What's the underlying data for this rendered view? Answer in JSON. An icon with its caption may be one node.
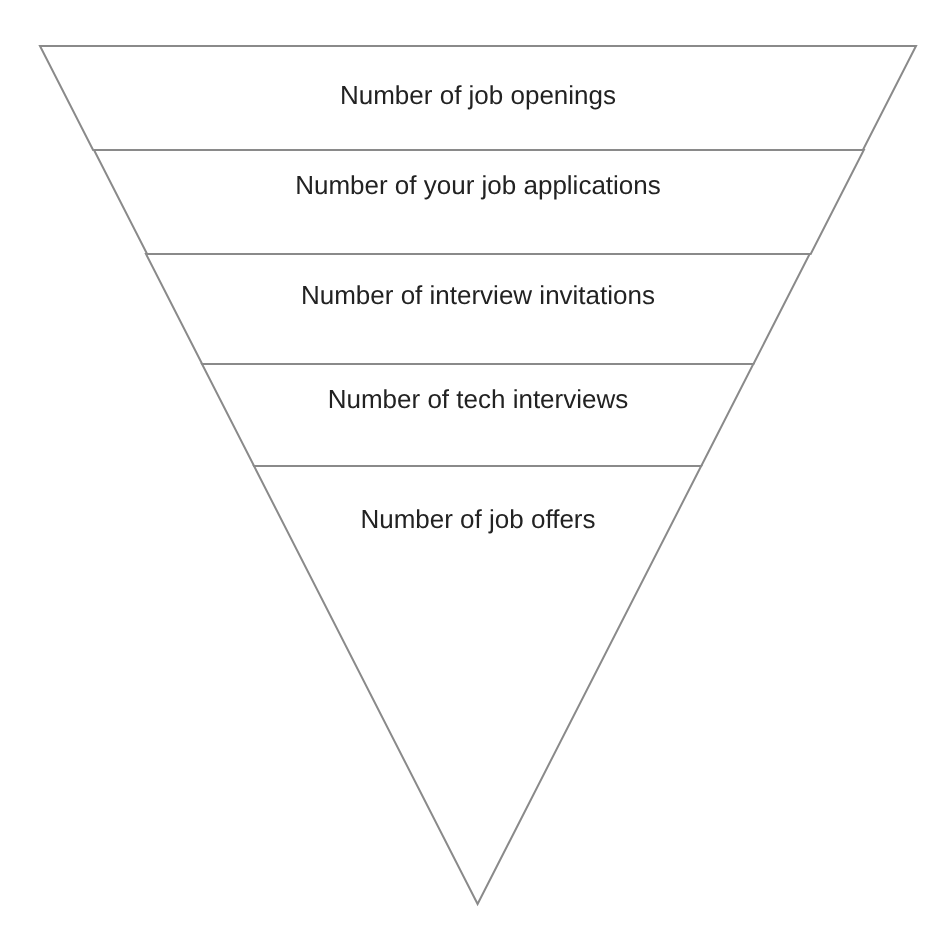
{
  "diagram": {
    "nodes": [
      {
        "text": [
          "Number of job openings"
        ]
      },
      {
        "text": [
          "Number of your job applications"
        ]
      },
      {
        "text": [
          "Number of interview invitations"
        ]
      },
      {
        "text": [
          "Number of tech interviews"
        ]
      },
      {
        "text": [
          "Number of job offers"
        ]
      }
    ]
  }
}
